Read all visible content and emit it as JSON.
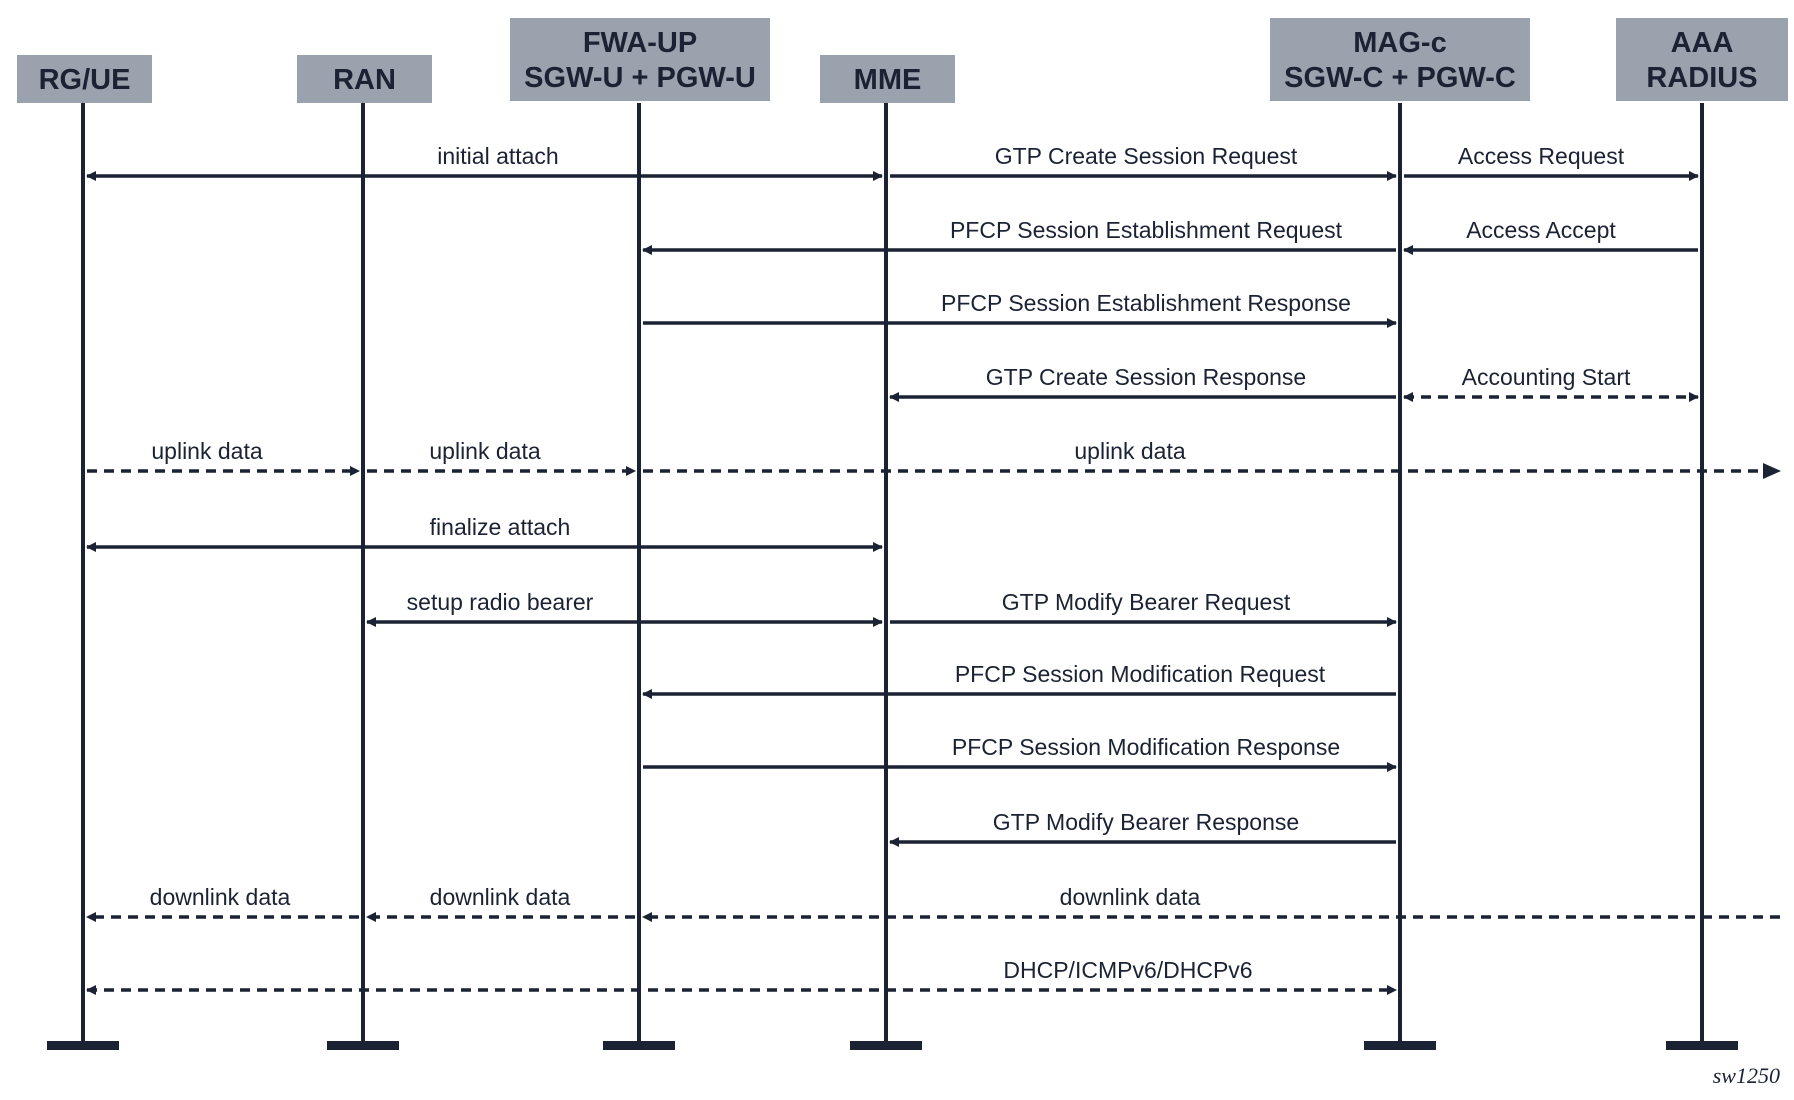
{
  "entities": [
    {
      "id": "rgue",
      "lines": [
        "RG/UE"
      ]
    },
    {
      "id": "ran",
      "lines": [
        "RAN"
      ]
    },
    {
      "id": "fwaup",
      "lines": [
        "FWA-UP",
        "SGW-U + PGW-U"
      ]
    },
    {
      "id": "mme",
      "lines": [
        "MME"
      ]
    },
    {
      "id": "magc",
      "lines": [
        "MAG-c",
        "SGW-C + PGW-C"
      ]
    },
    {
      "id": "aaa",
      "lines": [
        "AAA",
        "RADIUS"
      ]
    }
  ],
  "messages": [
    {
      "label": "initial attach",
      "from": "rgue",
      "to": "mme",
      "direction": "both",
      "style": "solid"
    },
    {
      "label": "GTP Create Session Request",
      "from": "mme",
      "to": "magc",
      "direction": "forward",
      "style": "solid"
    },
    {
      "label": "Access Request",
      "from": "magc",
      "to": "aaa",
      "direction": "forward",
      "style": "solid"
    },
    {
      "label": "PFCP Session Establishment Request",
      "from": "magc",
      "to": "fwaup",
      "direction": "forward",
      "style": "solid"
    },
    {
      "label": "Access Accept",
      "from": "aaa",
      "to": "magc",
      "direction": "forward",
      "style": "solid"
    },
    {
      "label": "PFCP Session Establishment Response",
      "from": "fwaup",
      "to": "magc",
      "direction": "forward",
      "style": "solid"
    },
    {
      "label": "GTP Create Session Response",
      "from": "magc",
      "to": "mme",
      "direction": "forward",
      "style": "solid"
    },
    {
      "label": "Accounting Start",
      "from": "magc",
      "to": "aaa",
      "direction": "both",
      "style": "dashed"
    },
    {
      "label": "uplink data",
      "from": "rgue",
      "to": "ran",
      "direction": "forward",
      "style": "dashed"
    },
    {
      "label": "uplink data",
      "from": "ran",
      "to": "fwaup",
      "direction": "forward",
      "style": "dashed"
    },
    {
      "label": "uplink data",
      "from": "fwaup",
      "to": "network",
      "direction": "forward",
      "style": "dashed"
    },
    {
      "label": "finalize attach",
      "from": "rgue",
      "to": "mme",
      "direction": "both",
      "style": "solid"
    },
    {
      "label": "setup radio bearer",
      "from": "ran",
      "to": "mme",
      "direction": "both",
      "style": "solid"
    },
    {
      "label": "GTP Modify Bearer Request",
      "from": "mme",
      "to": "magc",
      "direction": "forward",
      "style": "solid"
    },
    {
      "label": "PFCP Session Modification Request",
      "from": "magc",
      "to": "fwaup",
      "direction": "forward",
      "style": "solid"
    },
    {
      "label": "PFCP Session Modification Response",
      "from": "fwaup",
      "to": "magc",
      "direction": "forward",
      "style": "solid"
    },
    {
      "label": "GTP Modify Bearer Response",
      "from": "magc",
      "to": "mme",
      "direction": "forward",
      "style": "solid"
    },
    {
      "label": "downlink data",
      "from": "ran",
      "to": "rgue",
      "direction": "forward",
      "style": "dashed"
    },
    {
      "label": "downlink data",
      "from": "fwaup",
      "to": "ran",
      "direction": "forward",
      "style": "dashed"
    },
    {
      "label": "downlink data",
      "from": "network",
      "to": "fwaup",
      "direction": "forward",
      "style": "dashed"
    },
    {
      "label": "DHCP/ICMPv6/DHCPv6",
      "from": "rgue",
      "to": "magc",
      "direction": "both",
      "style": "dashed"
    }
  ],
  "figure_code": "sw1250",
  "colors": {
    "line": "#1b2233",
    "header_box": "#9aa3ad",
    "background": "#ffffff"
  }
}
